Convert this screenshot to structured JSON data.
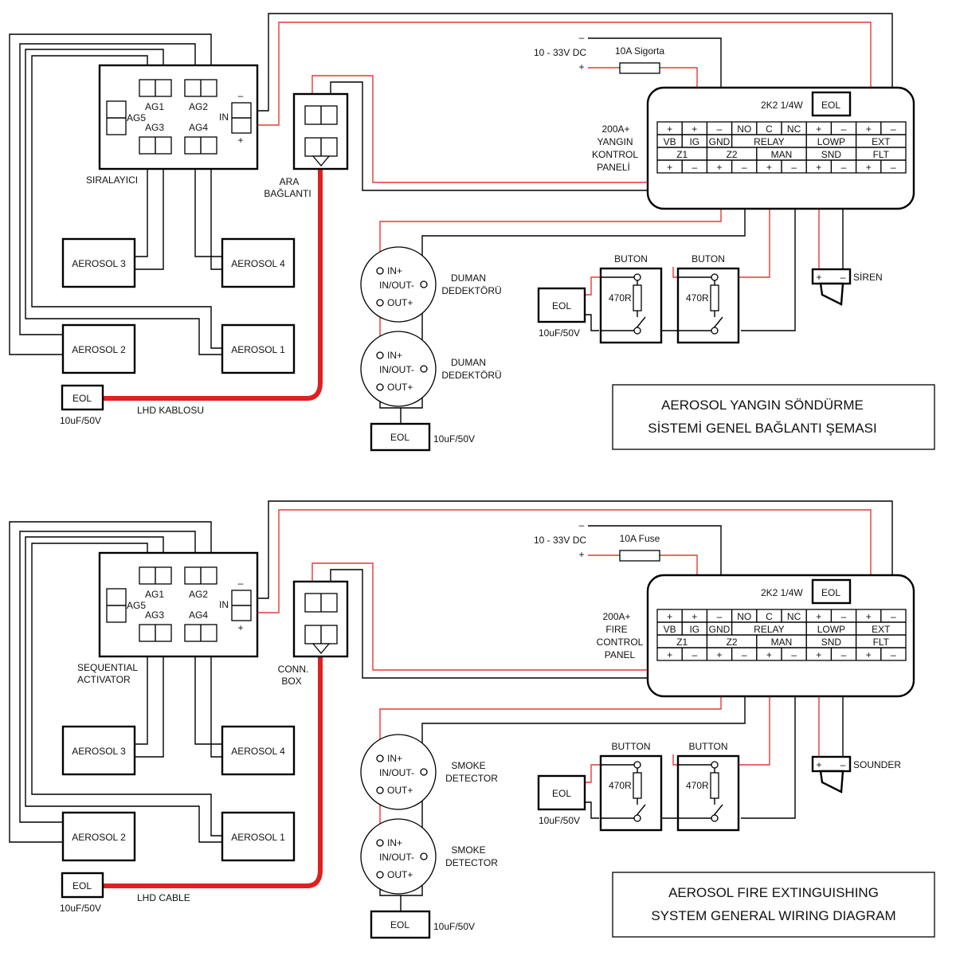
{
  "colors": {
    "wire_black": "#000000",
    "wire_red": "#e53935",
    "detection_cable": "#e02020",
    "background": "#ffffff"
  },
  "icons": [
    "terminal-block-icon",
    "resistor-icon",
    "switch-icon",
    "siren-horn-icon",
    "detector-terminal-icon"
  ],
  "top": {
    "lang": "tr",
    "activator": {
      "label": "SIRALAYICI",
      "outputs": [
        "AG1",
        "AG2",
        "AG3",
        "AG4",
        "AG5"
      ],
      "in_label": "IN",
      "in_minus": "–",
      "in_plus": "+"
    },
    "aerosols": [
      "AEROSOL 3",
      "AEROSOL 4",
      "AEROSOL 2",
      "AEROSOL 1"
    ],
    "conn_box": {
      "label": "ARA BAĞLANTI"
    },
    "eol_lhd": {
      "label": "EOL",
      "value": "10uF/50V"
    },
    "lhd_cable": "LHD KABLOSU",
    "detectors": [
      {
        "in_plus": "IN+",
        "in_out": "IN/OUT-",
        "out_plus": "OUT+",
        "name": "DUMAN DEDEKTÖRÜ"
      },
      {
        "in_plus": "IN+",
        "in_out": "IN/OUT-",
        "out_plus": "OUT+",
        "name": "DUMAN DEDEKTÖRÜ"
      }
    ],
    "eol_detector": {
      "label": "EOL",
      "value": "10uF/50V"
    },
    "supply": {
      "voltage": "10 - 33V DC",
      "minus": "–",
      "plus": "+",
      "fuse": "10A Sigorta"
    },
    "panel": {
      "name": "200A+ YANGIN KONTROL PANELİ",
      "eol": "EOL",
      "eol_resistor": "2K2 1/4W",
      "polarity_row1": [
        "+",
        "+",
        "–",
        "NO",
        "C",
        "NC",
        "+",
        "–",
        "+",
        "–"
      ],
      "label_row1": [
        "VB",
        "IG",
        "GND",
        "RELAY",
        "LOWP",
        "EXT"
      ],
      "label_row2": [
        "Z1",
        "Z2",
        "MAN",
        "SND",
        "FLT"
      ],
      "polarity_row2": [
        "+",
        "–",
        "+",
        "–",
        "+",
        "–",
        "+",
        "–",
        "+",
        "–"
      ]
    },
    "buttons": [
      {
        "label": "BUTON",
        "resistor": "470R"
      },
      {
        "label": "BUTON",
        "resistor": "470R"
      }
    ],
    "eol_button": {
      "label": "EOL",
      "value": "10uF/50V"
    },
    "siren": {
      "label": "SİREN",
      "plus": "+",
      "minus": "–"
    },
    "title": "AEROSOL YANGIN SÖNDÜRME SİSTEMİ GENEL BAĞLANTI ŞEMASI"
  },
  "bottom": {
    "lang": "en",
    "activator": {
      "label": "SEQUENTIAL ACTIVATOR",
      "outputs": [
        "AG1",
        "AG2",
        "AG3",
        "AG4",
        "AG5"
      ],
      "in_label": "IN",
      "in_minus": "–",
      "in_plus": "+"
    },
    "aerosols": [
      "AEROSOL 3",
      "AEROSOL 4",
      "AEROSOL 2",
      "AEROSOL 1"
    ],
    "conn_box": {
      "label": "CONN. BOX"
    },
    "eol_lhd": {
      "label": "EOL",
      "value": "10uF/50V"
    },
    "lhd_cable": "LHD CABLE",
    "detectors": [
      {
        "in_plus": "IN+",
        "in_out": "IN/OUT-",
        "out_plus": "OUT+",
        "name": "SMOKE DETECTOR"
      },
      {
        "in_plus": "IN+",
        "in_out": "IN/OUT-",
        "out_plus": "OUT+",
        "name": "SMOKE DETECTOR"
      }
    ],
    "eol_detector": {
      "label": "EOL",
      "value": "10uF/50V"
    },
    "supply": {
      "voltage": "10 - 33V DC",
      "minus": "–",
      "plus": "+",
      "fuse": "10A Fuse"
    },
    "panel": {
      "name": "200A+ FIRE CONTROL PANEL",
      "eol": "EOL",
      "eol_resistor": "2K2 1/4W",
      "polarity_row1": [
        "+",
        "+",
        "–",
        "NO",
        "C",
        "NC",
        "+",
        "–",
        "+",
        "–"
      ],
      "label_row1": [
        "VB",
        "IG",
        "GND",
        "RELAY",
        "LOWP",
        "EXT"
      ],
      "label_row2": [
        "Z1",
        "Z2",
        "MAN",
        "SND",
        "FLT"
      ],
      "polarity_row2": [
        "+",
        "–",
        "+",
        "–",
        "+",
        "–",
        "+",
        "–",
        "+",
        "–"
      ]
    },
    "buttons": [
      {
        "label": "BUTTON",
        "resistor": "470R"
      },
      {
        "label": "BUTTON",
        "resistor": "470R"
      }
    ],
    "eol_button": {
      "label": "EOL",
      "value": "10uF/50V"
    },
    "siren": {
      "label": "SOUNDER",
      "plus": "+",
      "minus": "–"
    },
    "title": "AEROSOL FIRE EXTINGUISHING SYSTEM GENERAL WIRING DIAGRAM"
  }
}
